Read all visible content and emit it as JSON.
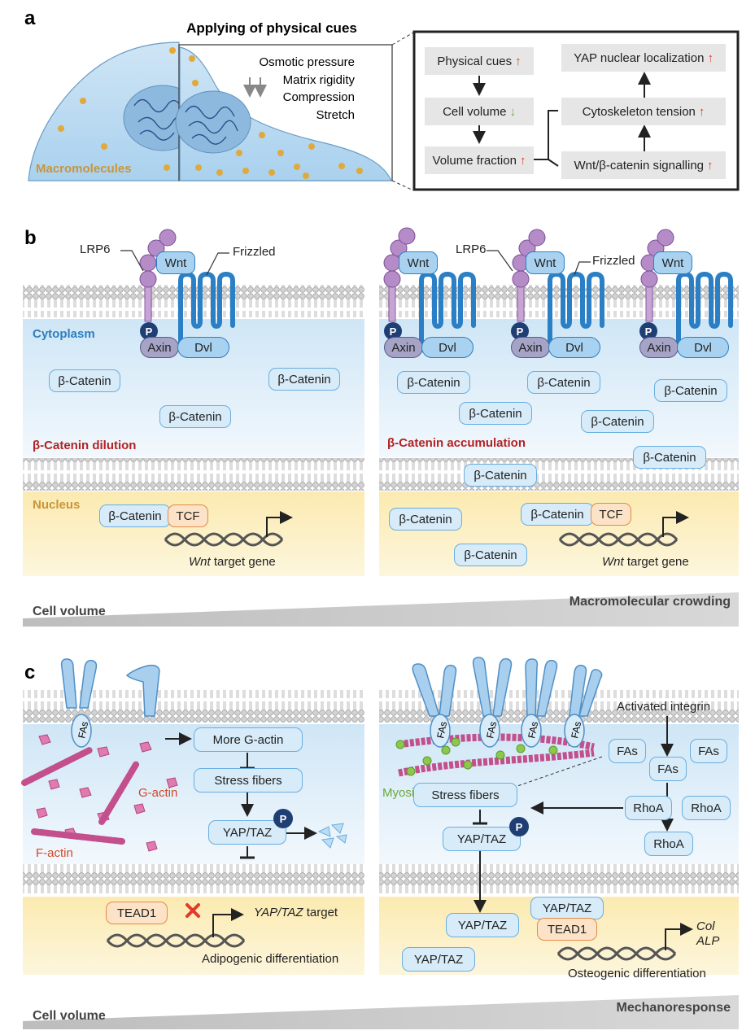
{
  "panel_labels": {
    "a": "a",
    "b": "b",
    "c": "c"
  },
  "panel_a": {
    "title": "Applying of physical cues",
    "cues": [
      "Osmotic pressure",
      "Matrix rigidity",
      "Compression",
      "Stretch"
    ],
    "macromolecules_label": "Macromolecules",
    "flow": {
      "physical_cues": "Physical cues",
      "cell_volume": "Cell volume",
      "volume_fraction": "Volume fraction",
      "yap_nuclear": "YAP nuclear localization",
      "cytoskeleton_tension": "Cytoskeleton tension",
      "wnt_signalling": "Wnt/β-catenin signalling"
    },
    "arrow_up": "↑",
    "arrow_down": "↓"
  },
  "panel_b": {
    "lrp6": "LRP6",
    "frizzled": "Frizzled",
    "wnt": "Wnt",
    "p": "P",
    "axin": "Axin",
    "dvl": "Dvl",
    "cytoplasm": "Cytoplasm",
    "nucleus": "Nucleus",
    "beta_catenin": "β-Catenin",
    "dilution": "β-Catenin dilution",
    "accumulation": "β-Catenin accumulation",
    "tcf": "TCF",
    "target_gene_italic": "Wnt",
    "target_gene_rest": " target gene",
    "gradient_left": "Cell volume",
    "gradient_right": "Macromolecular crowding"
  },
  "panel_c": {
    "fas": "FAs",
    "more_g_actin": "More G-actin",
    "stress_fibers": "Stress fibers",
    "yap_taz": "YAP/TAZ",
    "g_actin": "G-actin",
    "f_actin": "F-actin",
    "tead1": "TEAD1",
    "yap_taz_target_italic": "YAP/TAZ",
    "yap_taz_target_rest": " target",
    "adipogenic": "Adipogenic differentiation",
    "activated_integrin": "Activated integrin",
    "myosin": "Myosin",
    "rhoa": "RhoA",
    "col": "Col",
    "alp": "ALP",
    "osteogenic": "Osteogenic differentiation",
    "p": "P",
    "gradient_left": "Cell volume",
    "gradient_right": "Mechanoresponse"
  },
  "colors": {
    "cytoplasm_blue": "#dcedf8",
    "nucleus_yellow": "#fbeec0",
    "membrane_grey": "#bdbdbd",
    "pill_border": "#6aaee0",
    "receptor_blue": "#2b7fc4",
    "lrp6_purple": "#b58cc8",
    "actin_pink": "#d9609e",
    "myosin_green": "#8cc84e",
    "up_red": "#e03a2a",
    "down_green": "#6aa83a",
    "label_red": "#b22222",
    "label_blue": "#2c7fc0",
    "label_gold": "#c9953a"
  }
}
